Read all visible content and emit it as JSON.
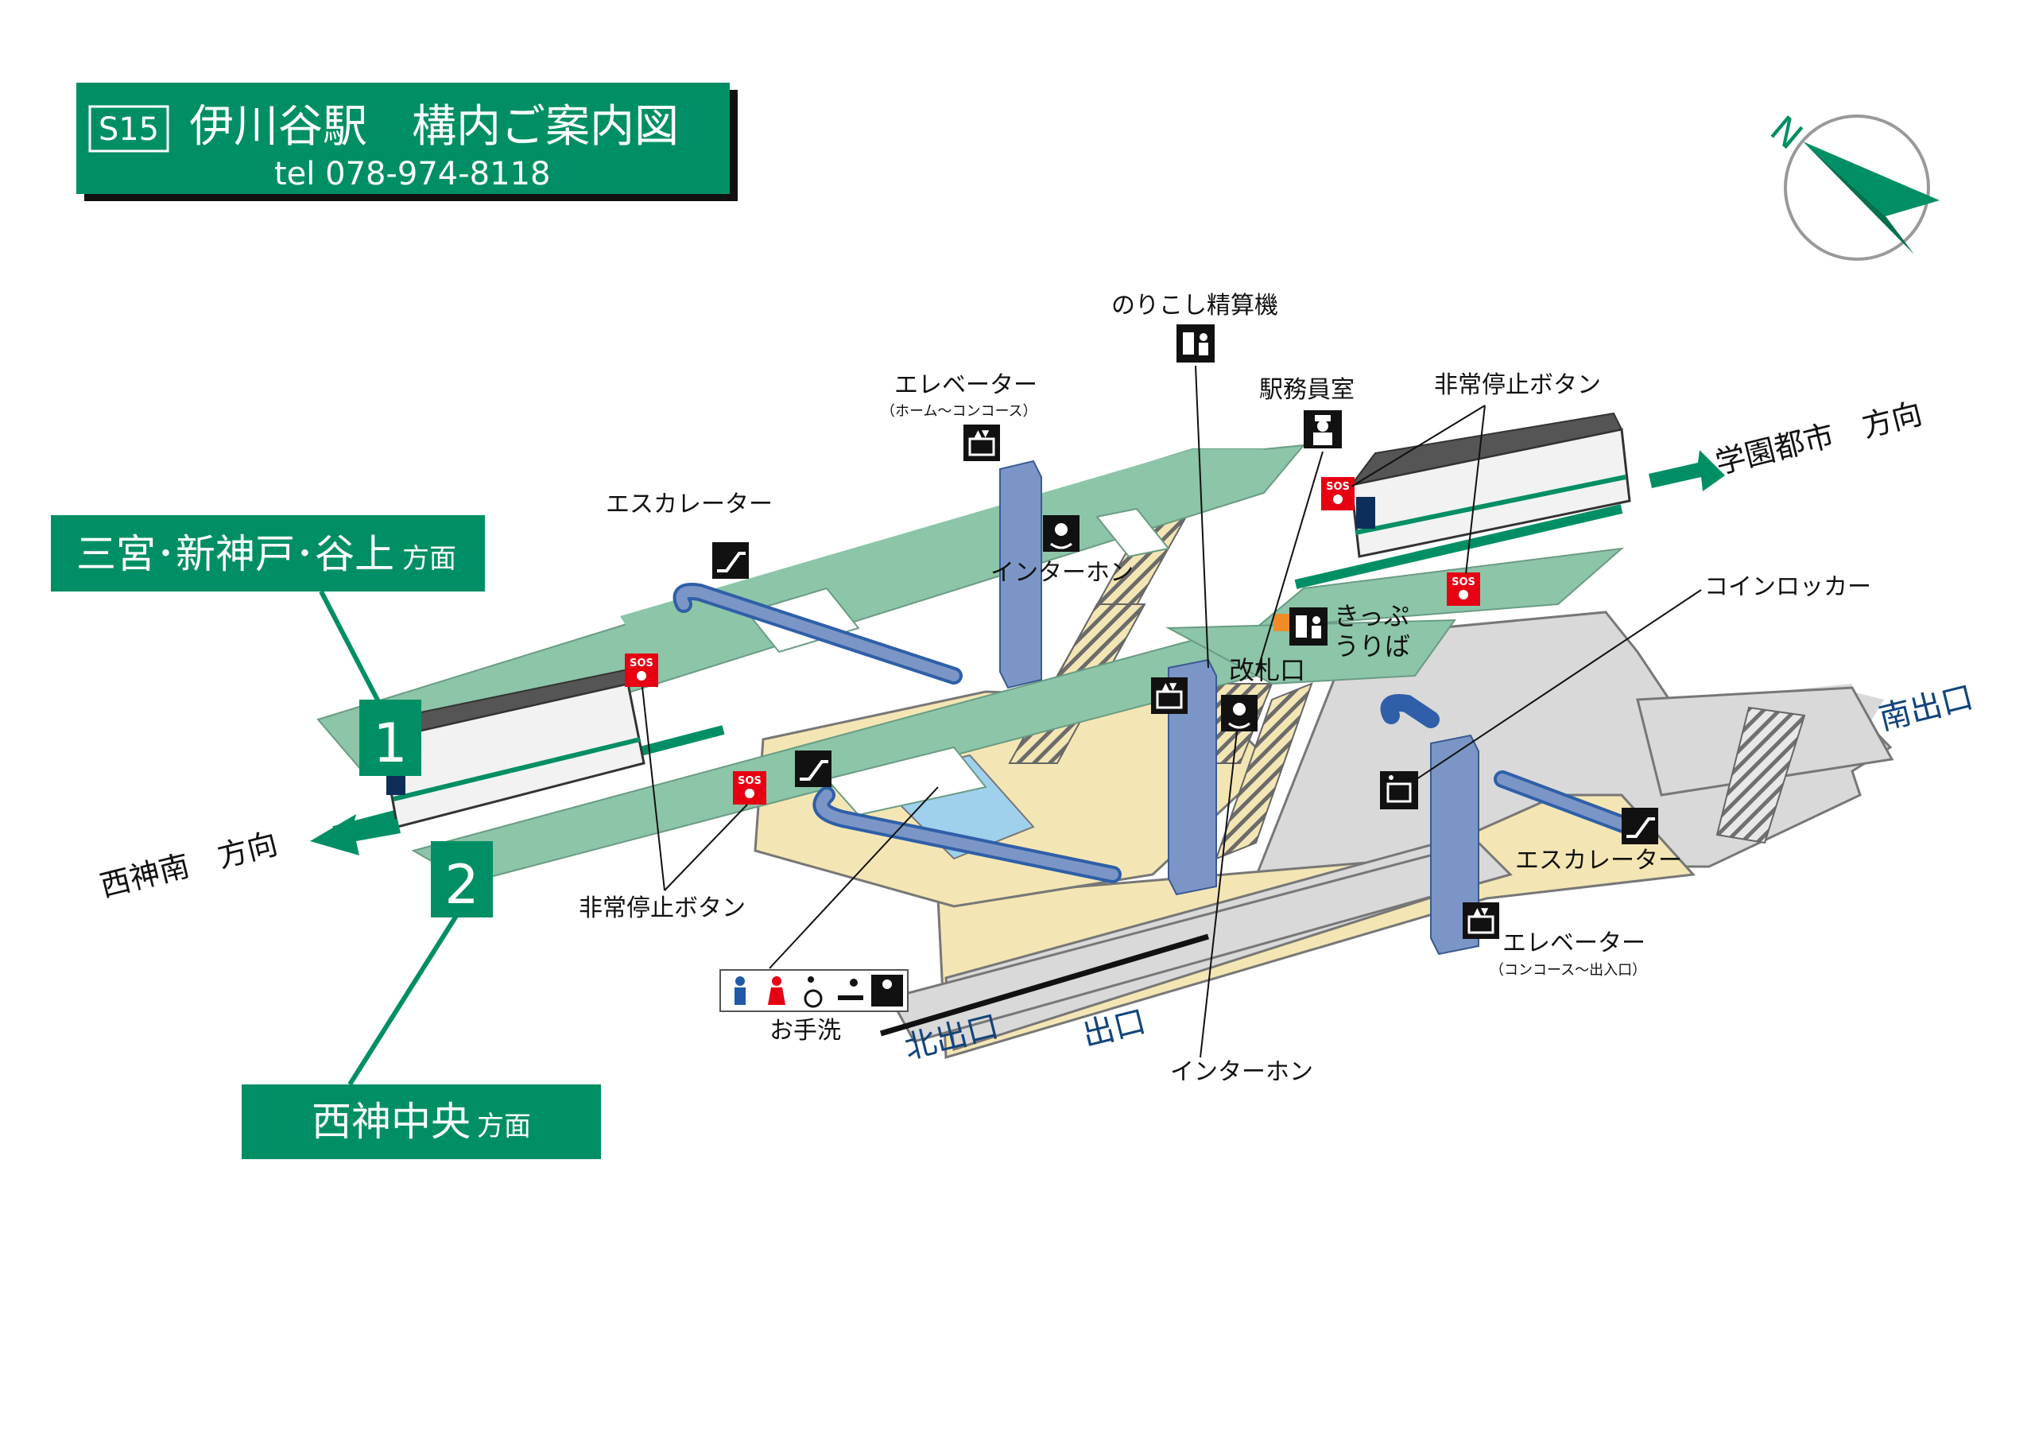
{
  "title": {
    "code": "S15",
    "name": "伊川谷駅　構内ご案内図",
    "tel": "tel 078-974-8118"
  },
  "compass": {
    "north": "N"
  },
  "colors": {
    "brand_green": "#008f64",
    "platform_green": "#8cc5a8",
    "structure_blue": "#7b96c6",
    "concourse_gray": "#d9d9d9",
    "floor_yellow": "#f4e6b4",
    "sos_red": "#e60012",
    "ticket_orange": "#f08c28",
    "exit_text_blue": "#12447a"
  },
  "directions": {
    "track1_sign": "三宮･新神戸･谷上",
    "track1_suffix": "方面",
    "track2_sign": "西神中央",
    "track2_suffix": "方面",
    "east": "学園都市　方向",
    "west": "西神南　方向"
  },
  "tracks": {
    "one": "1",
    "two": "2"
  },
  "labels": {
    "fare_adjust": "のりこし精算機",
    "elevator_top": "エレベーター",
    "elevator_top_sub": "（ホーム～コンコース）",
    "station_office": "駅務員室",
    "emergency_top": "非常停止ボタン",
    "escalator_left": "エスカレーター",
    "intercom_top": "インターホン",
    "ticket_line1": "きっぷ",
    "ticket_line2": "うりば",
    "gate": "改札口",
    "coin_locker": "コインロッカー",
    "emergency_bottom": "非常停止ボタン",
    "escalator_right": "エスカレーター",
    "elevator_bottom": "エレベーター",
    "elevator_bottom_sub": "（コンコース～出入口）",
    "restroom": "お手洗",
    "intercom_bottom": "インターホン",
    "sos": "SOS"
  },
  "exits": {
    "south": "南出口",
    "north": "北出口",
    "exit": "出口"
  },
  "icons": {
    "elevator": "elevator-icon",
    "escalator": "escalator-icon",
    "intercom": "intercom-icon",
    "fare_adjust": "fare-adjustment-machine-icon",
    "station_office": "station-staff-icon",
    "ticket_machine": "ticket-machine-icon",
    "coin_locker": "coin-locker-icon",
    "sos": "emergency-stop-button-icon",
    "restroom": [
      "men-restroom-icon",
      "women-restroom-icon",
      "wheelchair-icon",
      "baby-changing-icon",
      "ostomate-icon"
    ]
  }
}
